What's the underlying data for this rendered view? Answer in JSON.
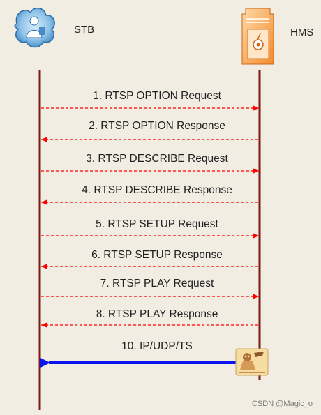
{
  "participants": {
    "left": {
      "label": "STB",
      "icon": "stb-user-icon"
    },
    "right": {
      "label": "HMS",
      "icon": "hms-server-icon"
    }
  },
  "messages": [
    {
      "label": "1. RTSP OPTION  Request",
      "direction": "right",
      "style": "dashed",
      "color": "#ff0000"
    },
    {
      "label": "2. RTSP OPTION  Response",
      "direction": "left",
      "style": "dashed",
      "color": "#ff0000"
    },
    {
      "label": "3. RTSP DESCRIBE  Request",
      "direction": "right",
      "style": "dashed",
      "color": "#ff0000"
    },
    {
      "label": "4. RTSP DESCRIBE  Response",
      "direction": "left",
      "style": "dashed",
      "color": "#ff0000"
    },
    {
      "label": "5. RTSP SETUP Request",
      "direction": "right",
      "style": "dashed",
      "color": "#ff0000"
    },
    {
      "label": "6. RTSP SETUP  Response",
      "direction": "left",
      "style": "dashed",
      "color": "#ff0000"
    },
    {
      "label": "7. RTSP PLAY Request",
      "direction": "right",
      "style": "dashed",
      "color": "#ff0000"
    },
    {
      "label": "8. RTSP PLAY Response",
      "direction": "left",
      "style": "dashed",
      "color": "#ff0000"
    },
    {
      "label": "10. IP/UDP/TS",
      "direction": "left",
      "style": "solid",
      "color": "#0a14ee"
    }
  ],
  "media_icon": "media-stream-icon",
  "lifeline_color": "#7a1a10",
  "watermark": "CSDN @Magic_o"
}
